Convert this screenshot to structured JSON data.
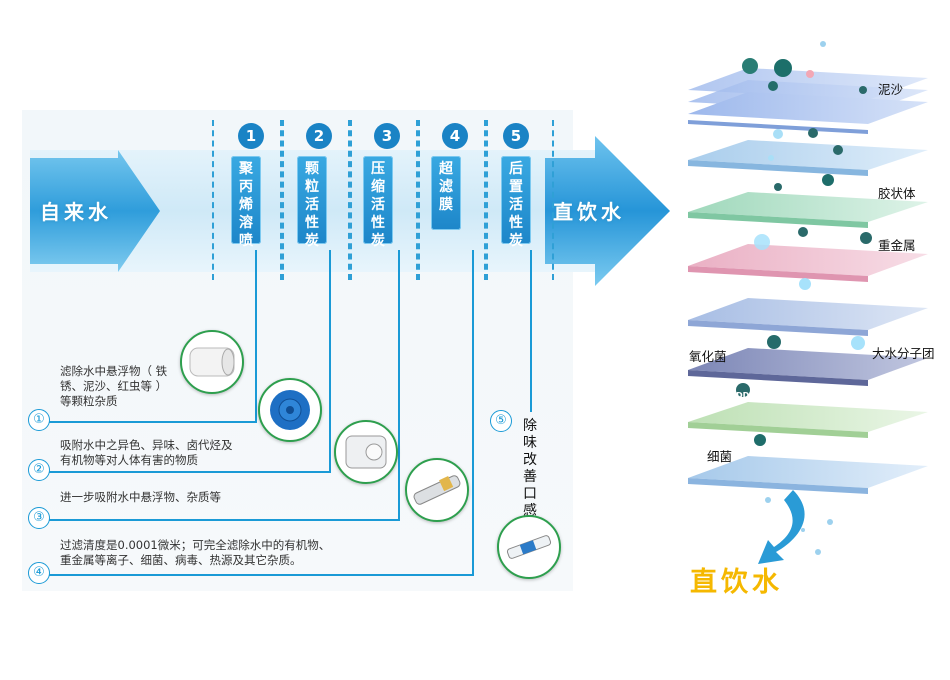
{
  "flow": {
    "start_label": "自来水",
    "end_label": "直饮水",
    "stages": [
      {
        "num": "1",
        "label": "聚丙烯溶喷"
      },
      {
        "num": "2",
        "label": "颗粒活性炭"
      },
      {
        "num": "3",
        "label": "压缩活性炭"
      },
      {
        "num": "4",
        "label": "超滤膜"
      },
      {
        "num": "5",
        "label": "后置活性炭"
      }
    ]
  },
  "descriptions": [
    {
      "num": "①",
      "lines": [
        "滤除水中悬浮物（ 铁",
        "锈、泥沙、红虫等 ）",
        "等颗粒杂质"
      ]
    },
    {
      "num": "②",
      "lines": [
        "吸附水中之异色、异味、卤代烃及",
        "有机物等对人体有害的物质"
      ]
    },
    {
      "num": "③",
      "lines": [
        "进一步吸附水中悬浮物、杂质等"
      ]
    },
    {
      "num": "④",
      "lines": [
        "过滤清度是0.0001微米；可完全滤除水中的有机物、",
        "重金属等离子、细菌、病毒、热源及其它杂质。"
      ]
    },
    {
      "num": "⑤",
      "text": "除味改善口感"
    }
  ],
  "layers": {
    "labels": [
      "泥沙",
      "胶状体",
      "重金属",
      "氧化菌",
      "大水分子团",
      "DDV",
      "细菌"
    ],
    "colors": [
      "#a9c3ee",
      "#b4d4ee",
      "#b2e0c8",
      "#f0bfd0",
      "#b4c8e8",
      "#8e96c0",
      "#cfe8c8",
      "#bcd7f0"
    ],
    "final": "直饮水"
  }
}
